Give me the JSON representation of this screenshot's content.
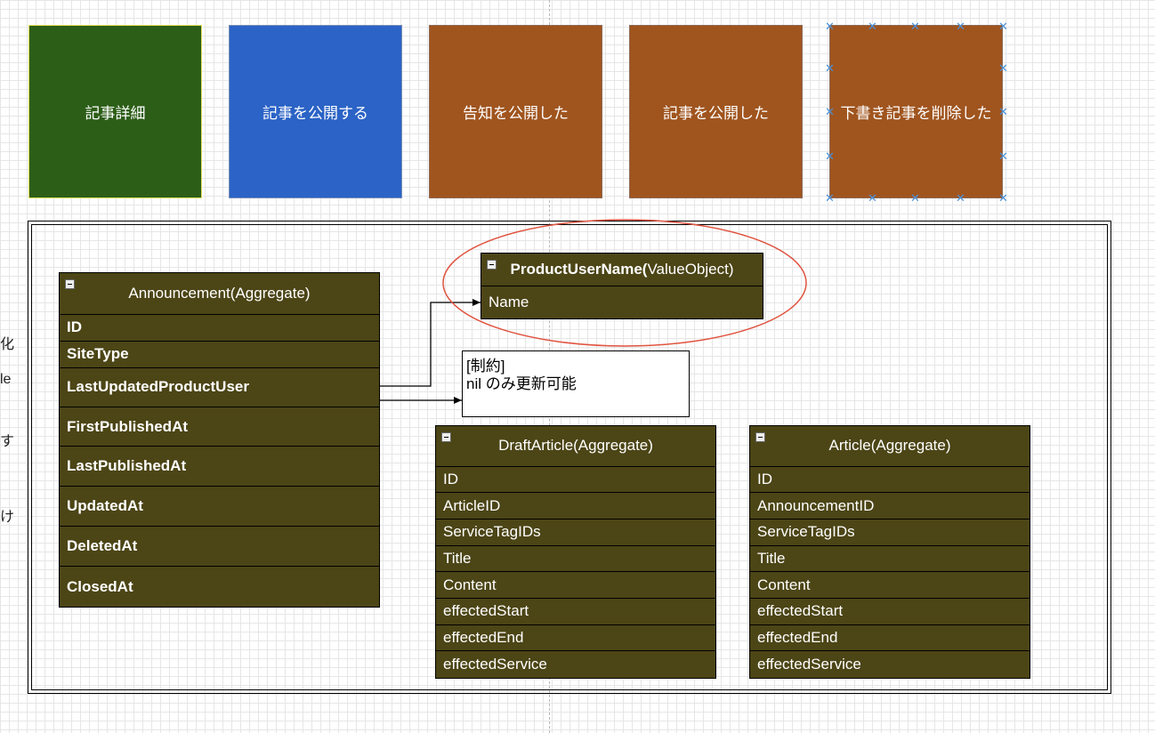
{
  "stickies": [
    {
      "label": "記事詳細",
      "color": "#2d5e18",
      "border": "#e4e05a"
    },
    {
      "label": "記事を公開する",
      "color": "#2b63c6",
      "border": "#7a8fb5"
    },
    {
      "label": "告知を公開した",
      "color": "#a0551f",
      "border": "#8d6b57"
    },
    {
      "label": "記事を公開した",
      "color": "#a0551f",
      "border": "#8d6b57"
    },
    {
      "label": "下書き記事を削除した",
      "color": "#a0551f",
      "border": "#8d6b57"
    }
  ],
  "side_text": [
    "化",
    "le",
    "す",
    "け"
  ],
  "announcement": {
    "title": "Announcement(Aggregate)",
    "fields": [
      "ID",
      "SiteType",
      "LastUpdatedProductUser",
      "FirstPublishedAt",
      "LastPublishedAt",
      "UpdatedAt",
      "DeletedAt",
      "ClosedAt"
    ]
  },
  "value_object": {
    "title_bold": "ProductUserName(",
    "title_rest": "ValueObject)",
    "fields": [
      "Name"
    ]
  },
  "note": {
    "line1": "[制約]",
    "line2": "nil のみ更新可能"
  },
  "draft_article": {
    "title": "DraftArticle(Aggregate)",
    "fields": [
      "ID",
      "ArticleID",
      "ServiceTagIDs",
      "Title",
      "Content",
      "effectedStart",
      "effectedEnd",
      "effectedService"
    ]
  },
  "article": {
    "title": "Article(Aggregate)",
    "fields": [
      "ID",
      "AnnouncementID",
      "ServiceTagIDs",
      "Title",
      "Content",
      "effectedStart",
      "effectedEnd",
      "effectedService"
    ]
  },
  "colors": {
    "entity_fill": "#4c4516",
    "highlight_ellipse": "#e0533f",
    "selection_handle": "#4a90d9",
    "connector": "#000000"
  }
}
